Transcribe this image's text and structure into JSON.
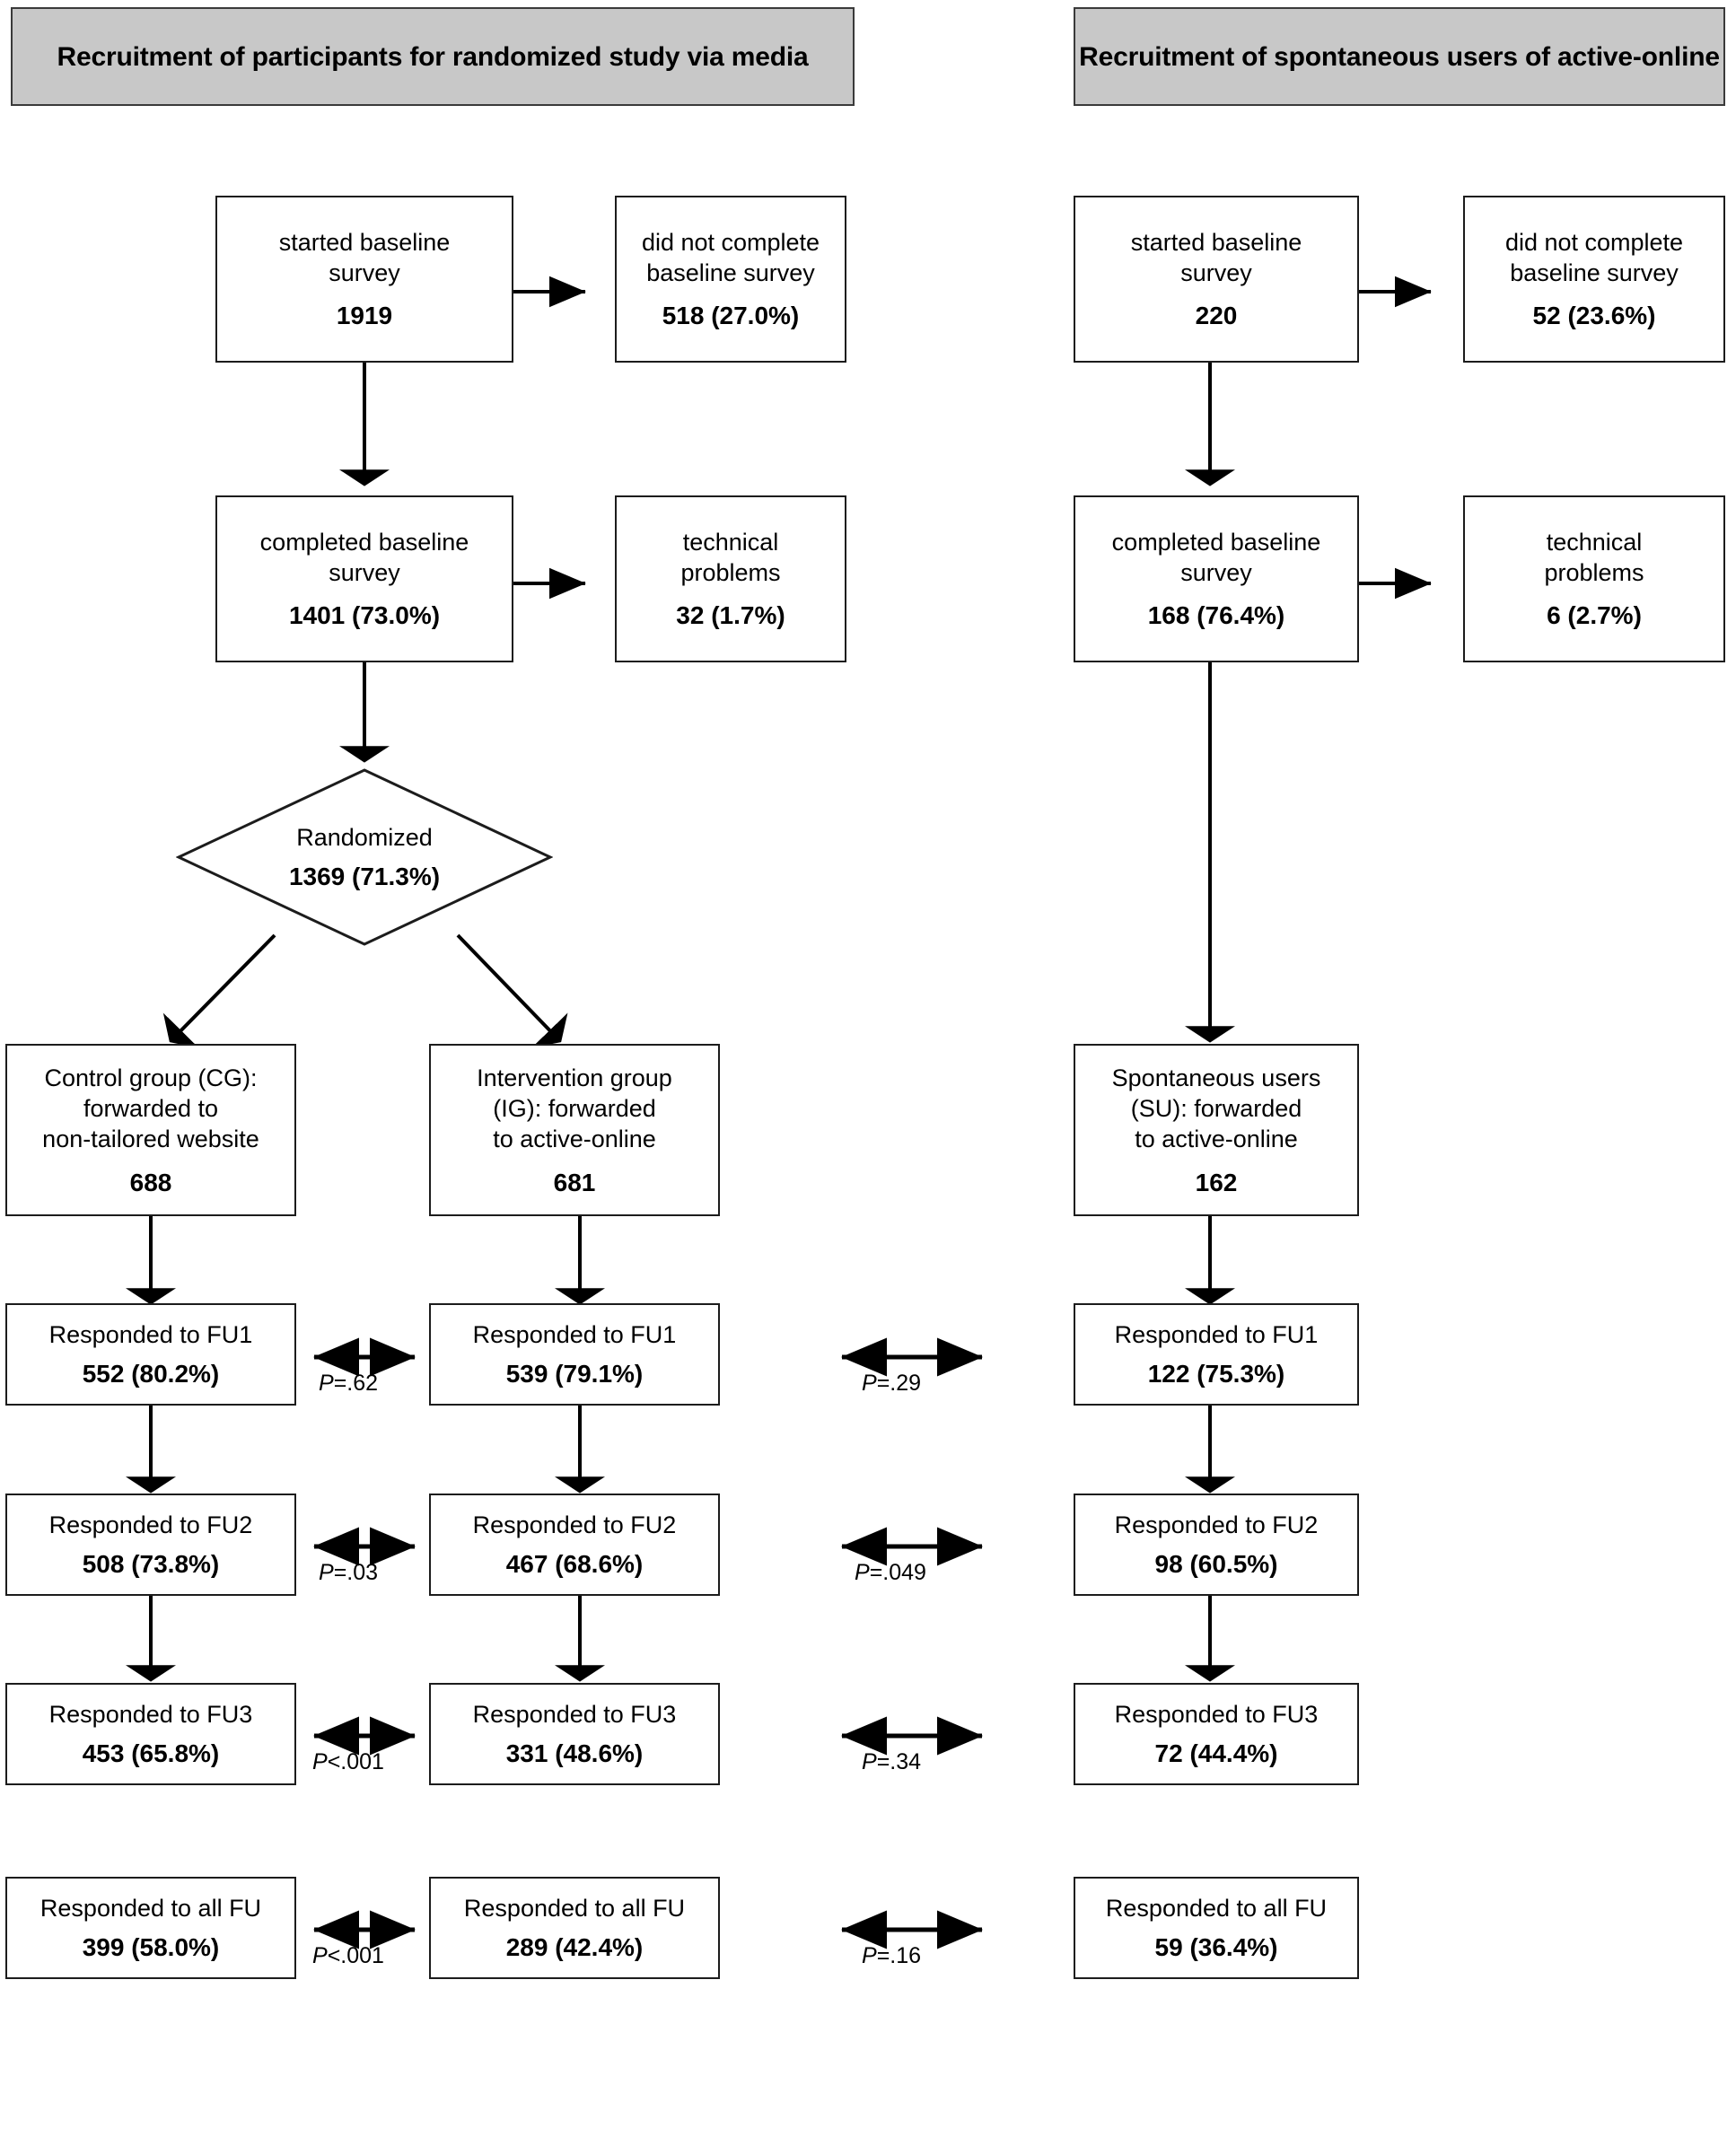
{
  "figure": {
    "type": "flowchart",
    "title": "Participant flow diagram"
  },
  "headers": {
    "left": "Recruitment of participants for randomized\nstudy via media",
    "right": "Recruitment of spontaneous users\nof active-online"
  },
  "left_flow": {
    "started": {
      "label": "started baseline\nsurvey",
      "value": "1919"
    },
    "not_completed": {
      "label": "did not complete\nbaseline survey",
      "value": "518 (27.0%)"
    },
    "completed": {
      "label": "completed baseline\nsurvey",
      "value": "1401 (73.0%)"
    },
    "technical": {
      "label": "technical\nproblems",
      "value": "32 (1.7%)"
    },
    "randomized": {
      "label": "Randomized",
      "value": "1369 (71.3%)"
    },
    "control": {
      "label": "Control group (CG):\nforwarded to\nnon-tailored website",
      "value": "688"
    },
    "intervention": {
      "label": "Intervention group\n(IG): forwarded\nto active-online",
      "value": "681"
    },
    "cg_fu1": {
      "label": "Responded to FU1",
      "value": "552 (80.2%)"
    },
    "ig_fu1": {
      "label": "Responded to FU1",
      "value": "539 (79.1%)"
    },
    "cg_fu2": {
      "label": "Responded to FU2",
      "value": "508 (73.8%)"
    },
    "ig_fu2": {
      "label": "Responded to FU2",
      "value": "467 (68.6%)"
    },
    "cg_fu3": {
      "label": "Responded to FU3",
      "value": "453 (65.8%)"
    },
    "ig_fu3": {
      "label": "Responded to FU3",
      "value": "331 (48.6%)"
    },
    "cg_all": {
      "label": "Responded to all FU",
      "value": "399 (58.0%)"
    },
    "ig_all": {
      "label": "Responded to all FU",
      "value": "289 (42.4%)"
    }
  },
  "right_flow": {
    "started": {
      "label": "started baseline\nsurvey",
      "value": "220"
    },
    "not_completed": {
      "label": "did not complete\nbaseline survey",
      "value": "52 (23.6%)"
    },
    "completed": {
      "label": "completed baseline\nsurvey",
      "value": "168 (76.4%)"
    },
    "technical": {
      "label": "technical\nproblems",
      "value": "6 (2.7%)"
    },
    "spontaneous": {
      "label": "Spontaneous users\n(SU): forwarded\nto active-online",
      "value": "162"
    },
    "su_fu1": {
      "label": "Responded to FU1",
      "value": "122 (75.3%)"
    },
    "su_fu2": {
      "label": "Responded to FU2",
      "value": "98 (60.5%)"
    },
    "su_fu3": {
      "label": "Responded to FU3",
      "value": "72 (44.4%)"
    },
    "su_all": {
      "label": "Responded to all FU",
      "value": "59 (36.4%)"
    }
  },
  "pvalues": {
    "cg_ig_fu1": {
      "p": "P",
      "rest": "=.62"
    },
    "cg_ig_fu2": {
      "p": "P",
      "rest": "=.03"
    },
    "cg_ig_fu3": {
      "p": "P",
      "rest": "<.001"
    },
    "cg_ig_all": {
      "p": "P",
      "rest": "<.001"
    },
    "ig_su_fu1": {
      "p": "P",
      "rest": "=.29"
    },
    "ig_su_fu2": {
      "p": "P",
      "rest": "=.049"
    },
    "ig_su_fu3": {
      "p": "P",
      "rest": "=.34"
    },
    "ig_su_all": {
      "p": "P",
      "rest": "=.16"
    }
  },
  "colors": {
    "banner_fill": "#c8c8c8",
    "banner_border": "#3a3a3a",
    "node_border": "#1c1c1c",
    "stroke": "#000000",
    "background": "#ffffff"
  }
}
